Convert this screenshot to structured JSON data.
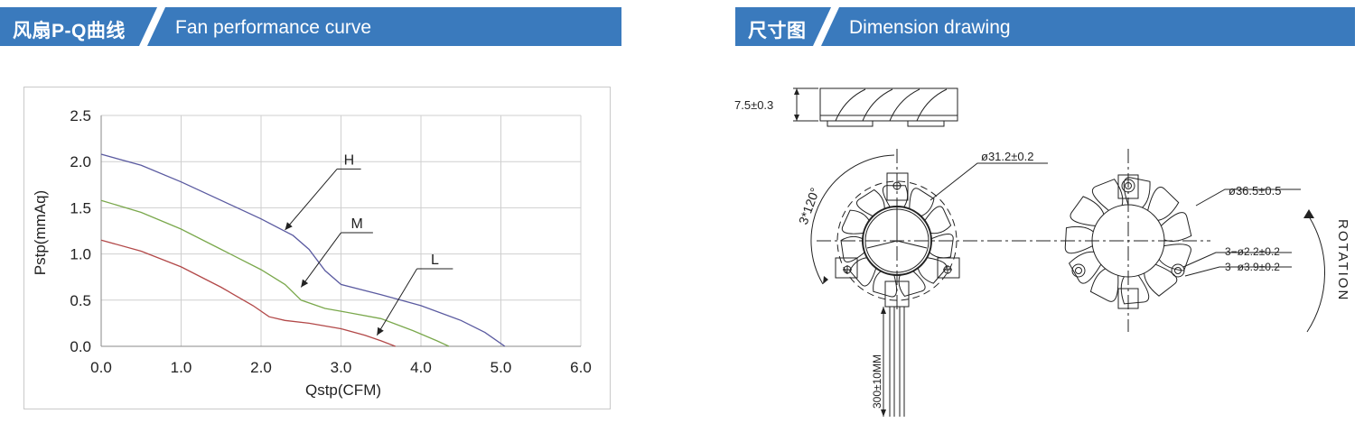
{
  "left_section": {
    "cn": "风扇P-Q曲线",
    "en": "Fan performance curve"
  },
  "right_section": {
    "cn": "尺寸图",
    "en": "Dimension drawing"
  },
  "chart_data": {
    "type": "line",
    "xlabel": "Qstp(CFM)",
    "ylabel": "Pstp(mmAq)",
    "xlim": [
      0,
      6
    ],
    "ylim": [
      0,
      2.5
    ],
    "xticks": [
      "0.0",
      "1.0",
      "2.0",
      "3.0",
      "4.0",
      "5.0",
      "6.0"
    ],
    "yticks": [
      "0.0",
      "0.5",
      "1.0",
      "1.5",
      "2.0",
      "2.5"
    ],
    "grid": true,
    "series": [
      {
        "name": "H",
        "color": "#5a5aa0",
        "x": [
          0,
          0.5,
          1.0,
          1.5,
          2.0,
          2.4,
          2.6,
          2.8,
          3.0,
          3.5,
          4.0,
          4.5,
          4.8,
          5.05
        ],
        "y": [
          2.08,
          1.96,
          1.78,
          1.58,
          1.38,
          1.2,
          1.05,
          0.82,
          0.67,
          0.56,
          0.44,
          0.28,
          0.15,
          0.0
        ]
      },
      {
        "name": "M",
        "color": "#7aa84c",
        "x": [
          0,
          0.5,
          1.0,
          1.5,
          2.0,
          2.3,
          2.5,
          2.8,
          3.0,
          3.5,
          3.9,
          4.2,
          4.35
        ],
        "y": [
          1.58,
          1.45,
          1.27,
          1.05,
          0.83,
          0.67,
          0.5,
          0.41,
          0.38,
          0.3,
          0.17,
          0.06,
          0.0
        ]
      },
      {
        "name": "L",
        "color": "#b24848",
        "x": [
          0,
          0.5,
          1.0,
          1.5,
          1.9,
          2.1,
          2.3,
          2.6,
          3.0,
          3.3,
          3.5,
          3.68
        ],
        "y": [
          1.15,
          1.03,
          0.86,
          0.64,
          0.44,
          0.32,
          0.28,
          0.25,
          0.19,
          0.12,
          0.06,
          0.0
        ]
      }
    ]
  },
  "dimensions": {
    "thickness": "7.5±0.3",
    "dia_front": "ø31.2±0.2",
    "dia_back": "ø36.5±0.5",
    "angle": "3*120°",
    "hole_small": "3−ø2.2±0.2",
    "hole_large": "3−ø3.9±0.2",
    "cable": "300±10MM",
    "rotation": "ROTATION"
  }
}
